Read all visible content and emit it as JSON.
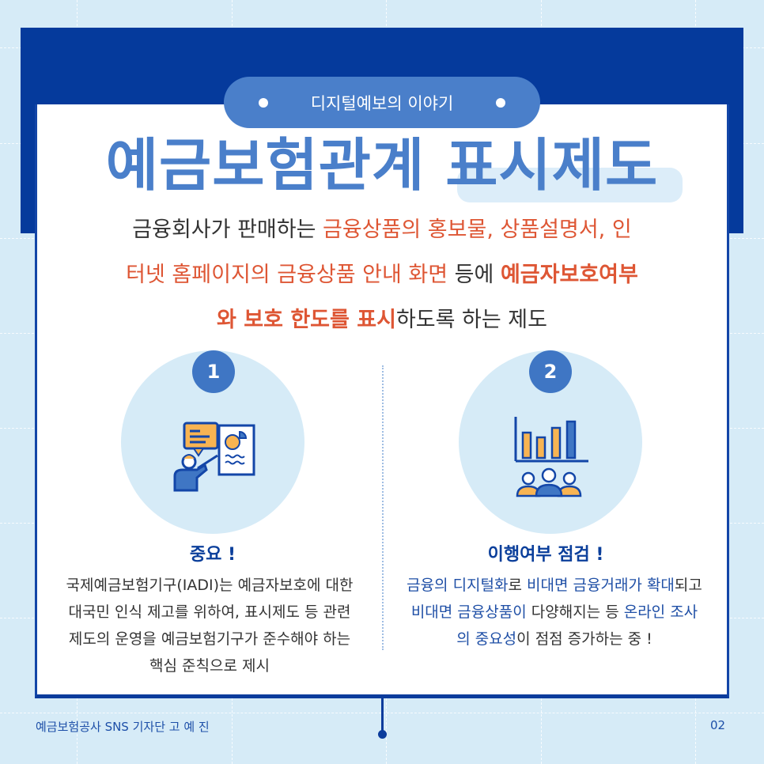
{
  "header": {
    "tag": "디지털예보의 이야기",
    "title": "예금보험관계 표시제도"
  },
  "intro": {
    "line1_plain": "금융회사가 판매하는 ",
    "line1_red": "금융상품의 홍보물, 상품설명서, 인",
    "line2_red": "터넷 홈페이지의 금융상품 안내 화면",
    "line2_plain": " 등에 ",
    "line2_bold": "예금자보호여부",
    "line3_bold": "와 보호 한도를 표시",
    "line3_plain": "하도록 하는 제도"
  },
  "sections": [
    {
      "number": "1",
      "icon": "presentation-icon",
      "title": "중요 !",
      "lines": [
        "국제예금보험기구(IADI)는 예금자보호에 대한",
        "대국민 인식 제고를 위하여, 표시제도 등 관련",
        "제도의 운영을 예금보험기구가 준수해야 하는",
        "핵심 준칙으로 제시"
      ]
    },
    {
      "number": "2",
      "icon": "bar-chart-people-icon",
      "title": "이행여부 점검 !",
      "l1a": "금융의 디지털화",
      "l1b": "로 ",
      "l1c": "비대면 금융거래가 확대",
      "l1d": "되고",
      "l2a": "비대면 금융상품이",
      "l2b": " 다양해지는 등 ",
      "l2c": "온라인 조사",
      "l3a": "의 중요성",
      "l3b": "이 점점 증가하는 중 !"
    }
  ],
  "footer": {
    "author": "예금보험공사 SNS 기자단 고 예 진",
    "page": "02"
  },
  "colors": {
    "navy": "#053a9c",
    "accent_blue": "#4a7fca",
    "red": "#de5634",
    "background": "#d6ebf7"
  }
}
